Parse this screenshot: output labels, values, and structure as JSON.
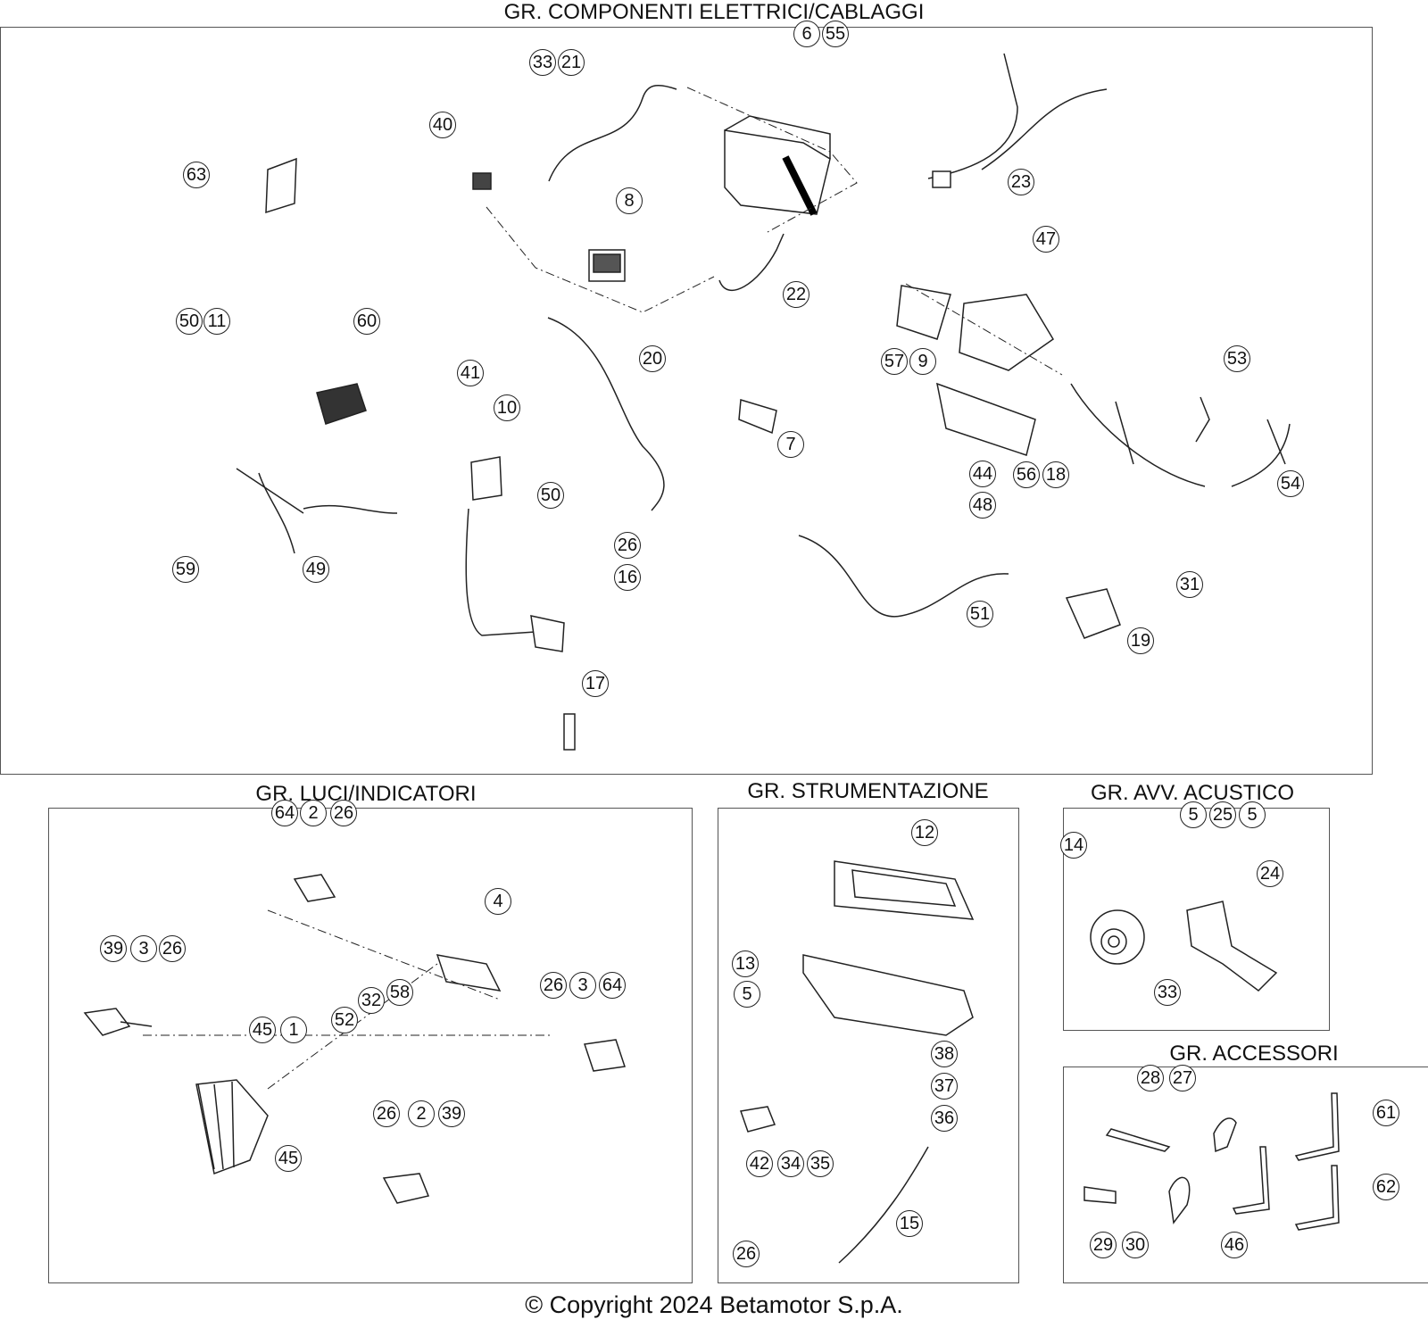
{
  "groups": {
    "electrical": {
      "title": "GR. COMPONENTI ELETTRICI/CABLAGGI"
    },
    "lights": {
      "title": "GR. LUCI/INDICATORI"
    },
    "instruments": {
      "title": "GR. STRUMENTAZIONE"
    },
    "horn": {
      "title": "GR. AVV. ACUSTICO"
    },
    "accessories": {
      "title": "GR. ACCESSORI"
    }
  },
  "callouts": {
    "electrical": [
      "33",
      "21",
      "6",
      "55",
      "40",
      "63",
      "23",
      "8",
      "47",
      "22",
      "50",
      "11",
      "60",
      "57",
      "9",
      "53",
      "41",
      "20",
      "10",
      "7",
      "56",
      "18",
      "54",
      "44",
      "50",
      "48",
      "26",
      "59",
      "49",
      "16",
      "31",
      "51",
      "19",
      "17"
    ],
    "lights": [
      "64",
      "2",
      "26",
      "4",
      "39",
      "3",
      "26",
      "26",
      "3",
      "64",
      "58",
      "32",
      "45",
      "1",
      "52",
      "26",
      "2",
      "39",
      "45"
    ],
    "instruments": [
      "12",
      "13",
      "5",
      "38",
      "37",
      "36",
      "42",
      "34",
      "35",
      "15",
      "26"
    ],
    "horn": [
      "5",
      "25",
      "5",
      "14",
      "24",
      "33"
    ],
    "accessories": [
      "28",
      "27",
      "61",
      "62",
      "29",
      "30",
      "46"
    ]
  },
  "footer": {
    "copyright": "© Copyright 2024 Betamotor S.p.A."
  }
}
